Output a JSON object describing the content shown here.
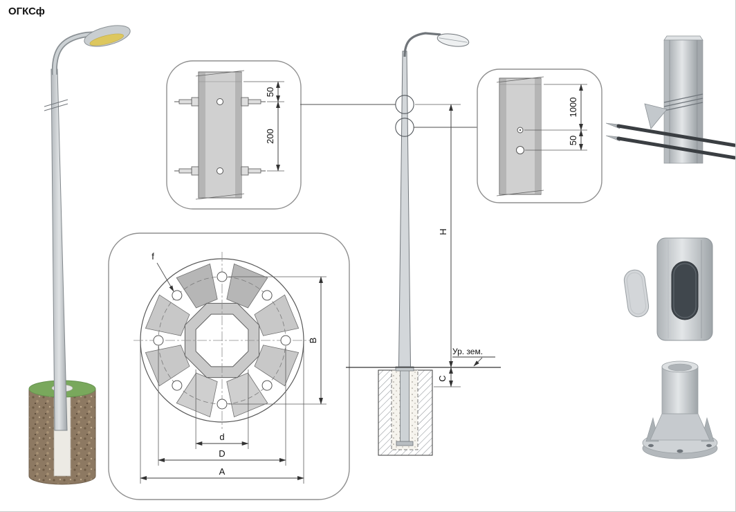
{
  "title": "ОГКСф",
  "joint_detail": {
    "dim_offset": "50",
    "dim_spacing": "200"
  },
  "flange_detail": {
    "hole_label": "f",
    "dim_vertical": "B",
    "dim_inner": "d",
    "dim_bolt_circle": "D",
    "dim_outer": "A"
  },
  "elevation": {
    "dim_height": "H",
    "dim_embed": "C",
    "ground_label": "Ур. зем."
  },
  "hole_detail": {
    "dim_top": "1000",
    "dim_between": "50"
  }
}
